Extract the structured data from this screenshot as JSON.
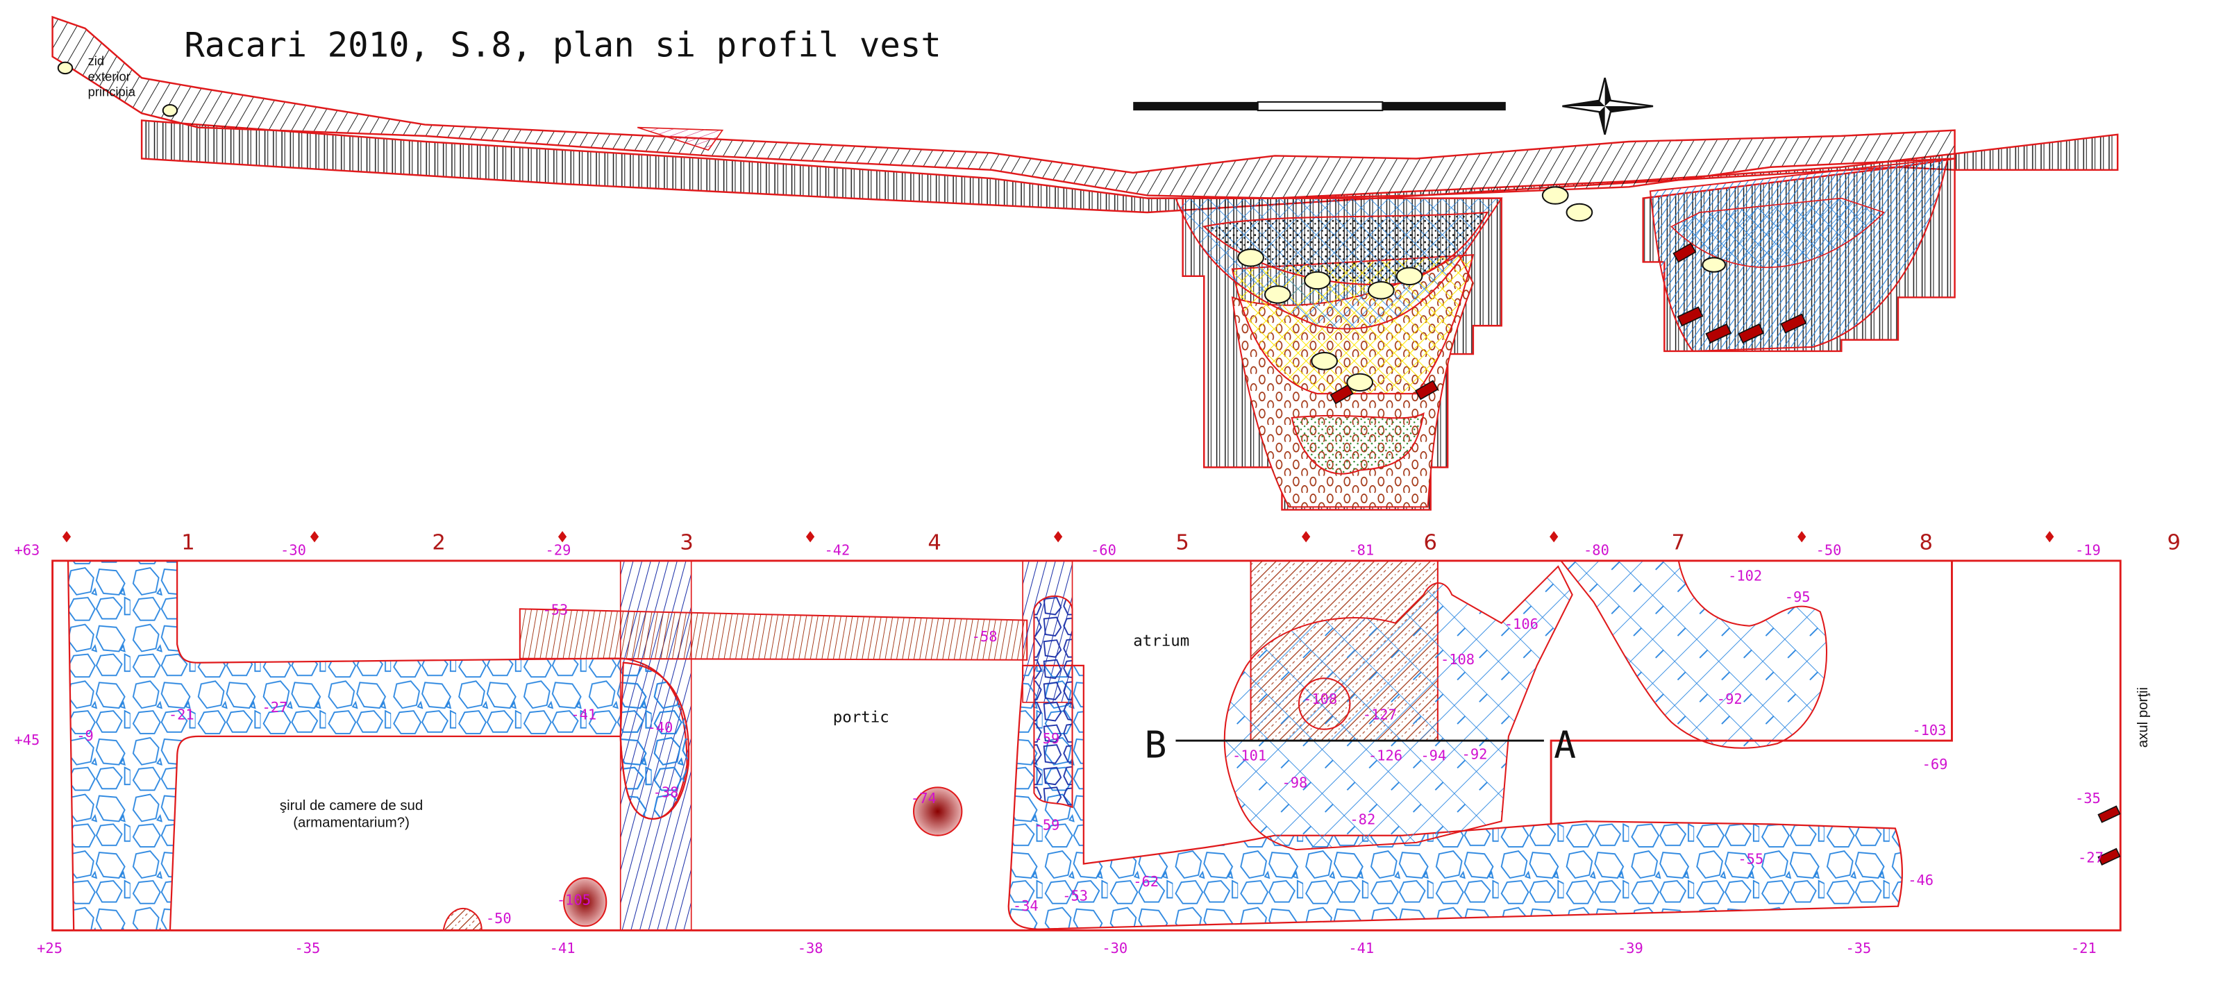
{
  "title": "Racari 2010, S.8, plan si profil vest",
  "profile": {
    "wall_label": [
      "zid",
      "exterior",
      "principia"
    ]
  },
  "plan": {
    "grid_numbers": [
      "1",
      "2",
      "3",
      "4",
      "5",
      "6",
      "7",
      "8",
      "9"
    ],
    "top_elevations": [
      "+63",
      "-30",
      "-29",
      "-42",
      "-60",
      "-81",
      "-80",
      "-50",
      "-19"
    ],
    "bottom_elevations": [
      "+25",
      "-35",
      "-41",
      "-38",
      "-30",
      "-41",
      "-39",
      "-35",
      "-21"
    ],
    "left_elevation": "+45",
    "section_labels": {
      "west": "B",
      "east": "A"
    },
    "area_labels": {
      "rooms_line1": "şirul de camere de sud",
      "rooms_line2": "(armamentarium?)",
      "portic": "portic",
      "atrium": "atrium",
      "gate_axis": "axul porţii"
    },
    "feature_elevations": [
      "-9",
      "-21",
      "-27",
      "-41",
      "-40",
      "-38",
      "-53",
      "-58",
      "-59",
      "-59",
      "-74",
      "-105",
      "-50",
      "-34",
      "-53",
      "-62",
      "-101",
      "-98",
      "-108",
      "-127",
      "-126",
      "-94",
      "-82",
      "-108",
      "-106",
      "-92",
      "-102",
      "-95",
      "-92",
      "-103",
      "-69",
      "-55",
      "-46",
      "-35",
      "-27"
    ]
  },
  "colors": {
    "outline": "#e0191b",
    "elevation": "#d010d0",
    "grid": "#b01818",
    "stone": "#2a86e0",
    "dark_blue": "#1a2fa8",
    "brown": "#a0300e",
    "yellow": "#ffe600",
    "green": "#2a8a2a"
  }
}
